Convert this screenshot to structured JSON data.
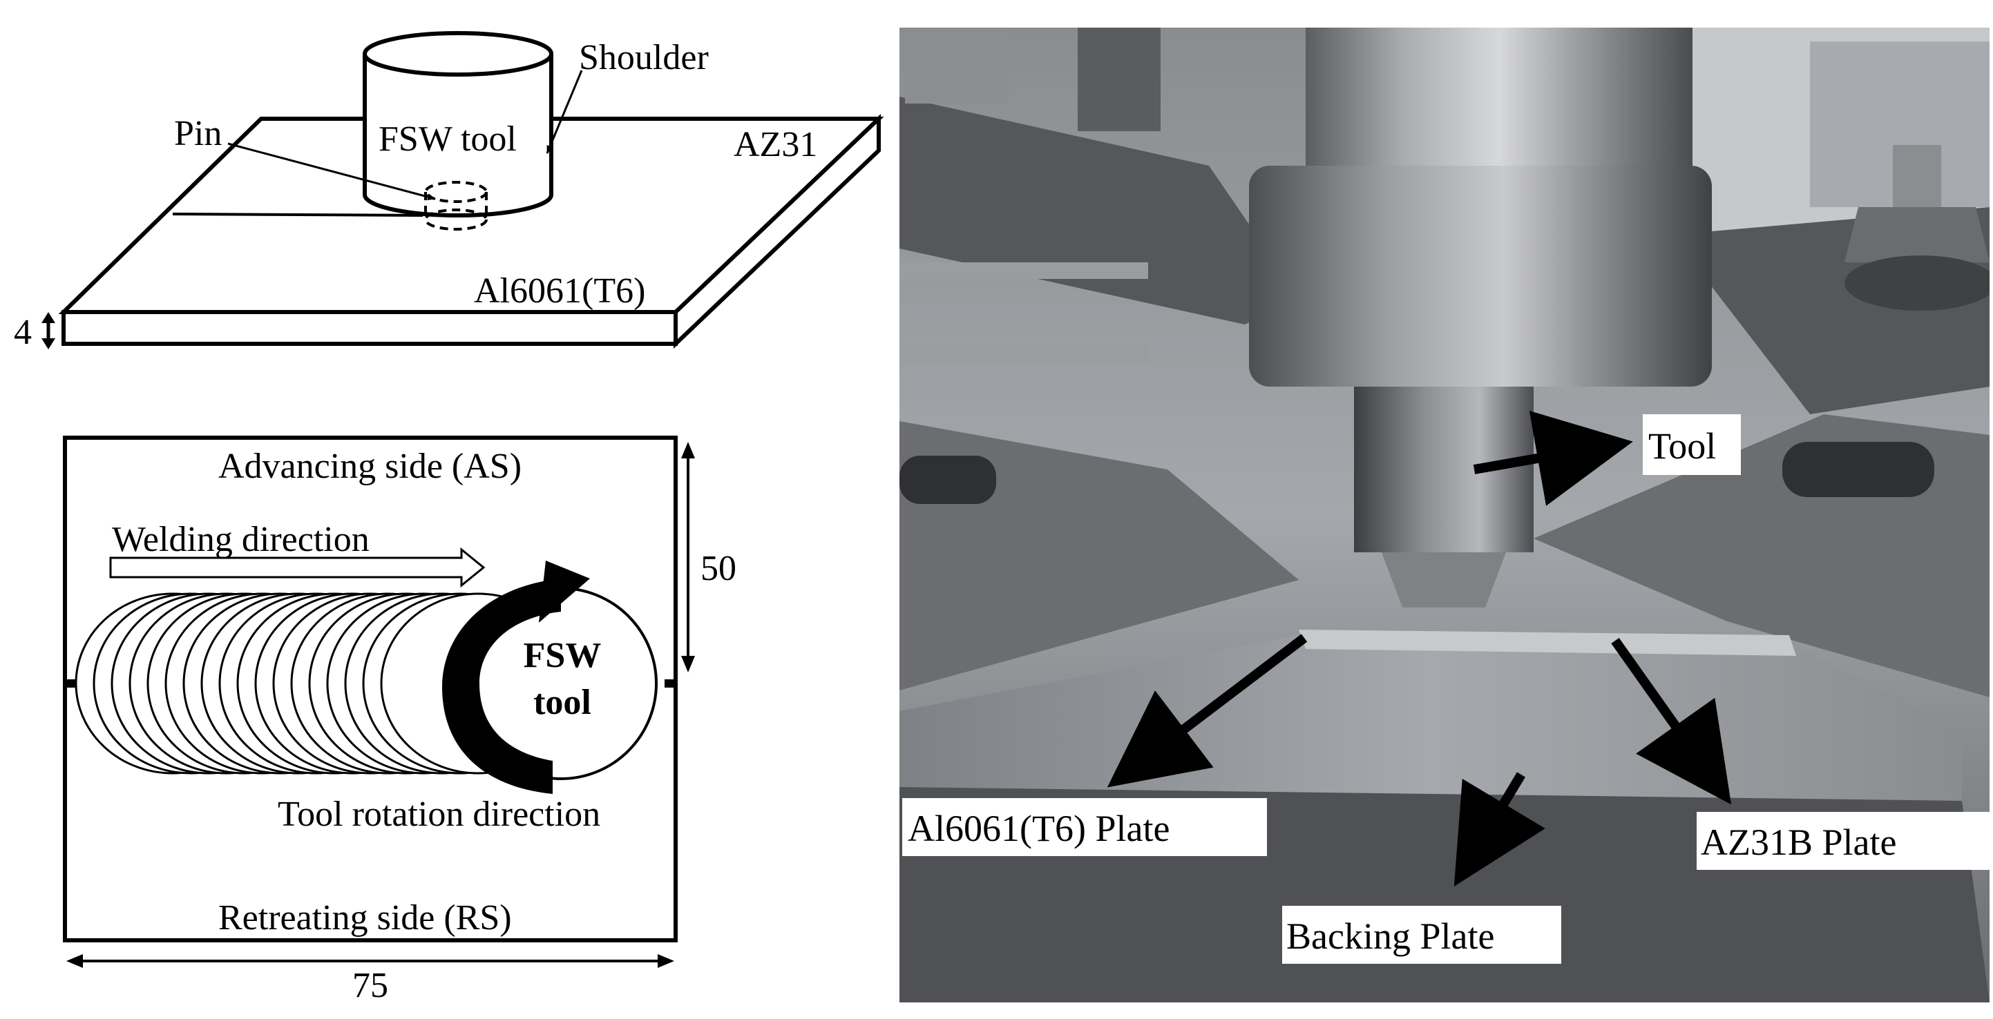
{
  "diagram_3d": {
    "shoulder_label": "Shoulder",
    "pin_label": "Pin",
    "tool_label": "FSW tool",
    "plate_top_label": "AZ31",
    "plate_bottom_label": "Al6061(T6)",
    "thickness_label": "4"
  },
  "diagram_top": {
    "advancing_label": "Advancing side (AS)",
    "welding_label": "Welding direction",
    "tool_label_line1": "FSW",
    "tool_label_line2": "tool",
    "rotation_label": "Tool rotation direction",
    "retreating_label": "Retreating side (RS)",
    "width_label": "50",
    "length_label": "75"
  },
  "photo": {
    "tool_label": "Tool",
    "al_plate_label": "Al6061(T6) Plate",
    "az_plate_label": "AZ31B Plate",
    "backing_label": "Backing Plate"
  },
  "colors": {
    "line": "#000000",
    "photo_dark": "#3e3f41",
    "photo_mid": "#77797c",
    "photo_light": "#b8bbbf",
    "label_bg": "#ffffff"
  }
}
